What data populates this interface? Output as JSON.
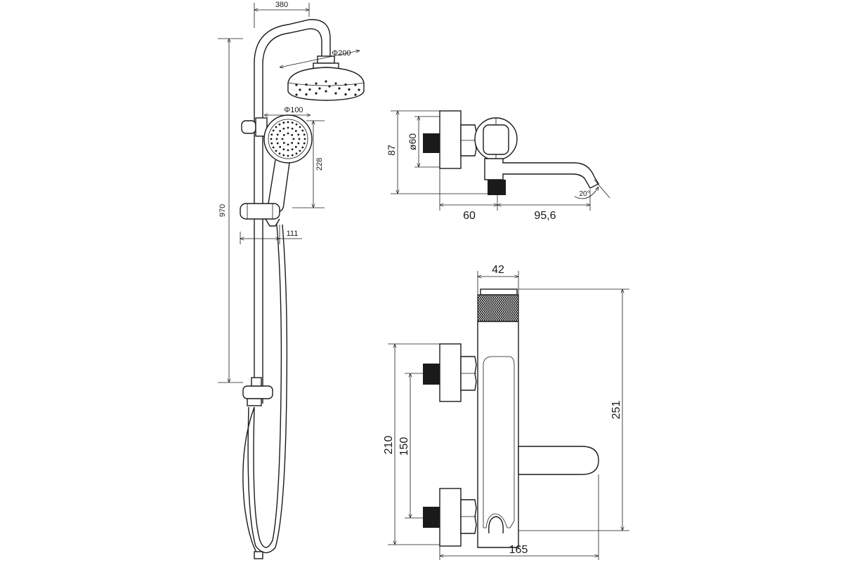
{
  "dimensions": {
    "shower_width": "380",
    "overhead_diameter": "Φ200",
    "hand_diameter": "Φ100",
    "hand_height": "228",
    "total_height": "970",
    "holder_depth": "111",
    "side_height": "87",
    "side_diameter": "ø60",
    "side_depth": "60",
    "spout_length": "95,6",
    "spout_angle": "20°",
    "front_width": "42",
    "front_height": "251",
    "front_inner": "210",
    "center_distance": "150",
    "front_length": "165"
  }
}
